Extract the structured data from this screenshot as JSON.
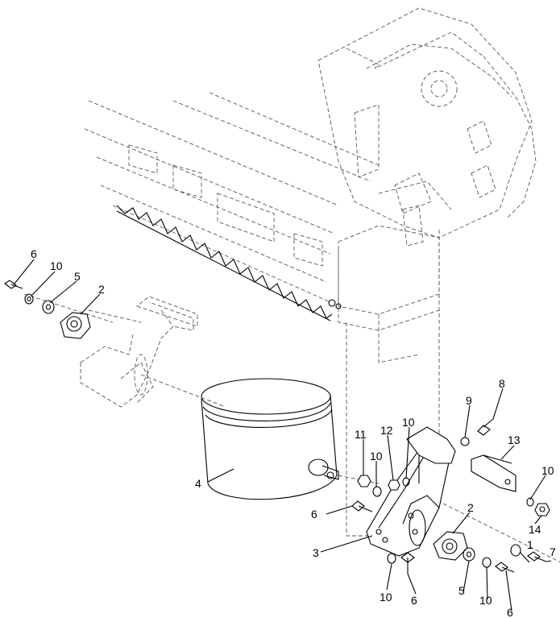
{
  "diagram": {
    "callouts": {
      "c6a": "6",
      "c10a": "10",
      "c5a": "5",
      "c2a": "2",
      "c4": "4",
      "c11": "11",
      "c10b": "10",
      "c12": "12",
      "c10c": "10",
      "c9": "9",
      "c8": "8",
      "c13": "13",
      "c10d": "10",
      "c14": "14",
      "c6b": "6",
      "c2b": "2",
      "c3": "3",
      "c10e": "10",
      "c6c": "6",
      "c5b": "5",
      "c10f": "10",
      "c6d": "6",
      "c1": "1",
      "c7": "7"
    }
  }
}
